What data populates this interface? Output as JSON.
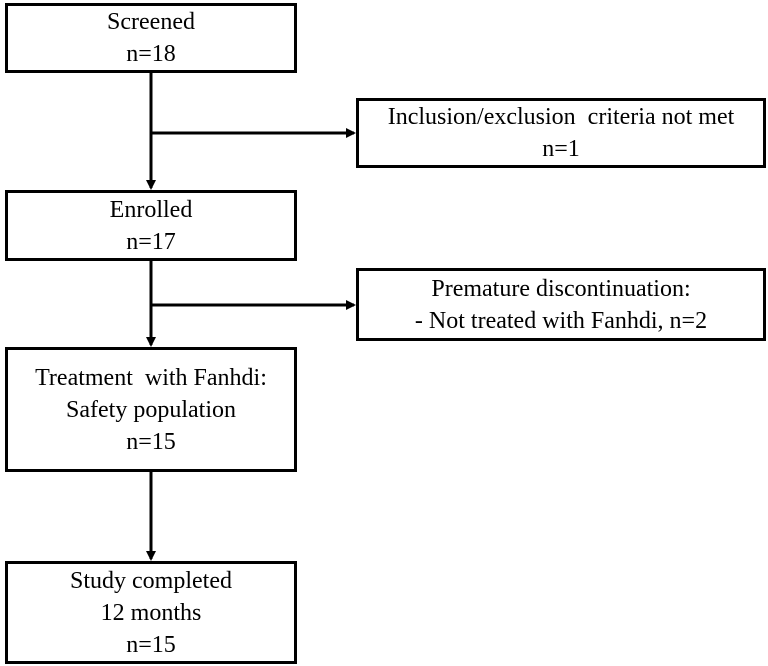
{
  "colors": {
    "stroke": "#000000",
    "background": "#ffffff"
  },
  "boxes": {
    "screened": {
      "lines": [
        "Screened",
        "n=18"
      ]
    },
    "excluded": {
      "lines": [
        "Inclusion/exclusion  criteria not met",
        "n=1"
      ]
    },
    "enrolled": {
      "lines": [
        "Enrolled",
        "n=17"
      ]
    },
    "discontinued": {
      "lines": [
        "Premature discontinuation:",
        "- Not treated with Fanhdi, n=2"
      ]
    },
    "treatment": {
      "lines": [
        "Treatment  with Fanhdi:",
        "Safety population",
        "n=15"
      ]
    },
    "completed": {
      "lines": [
        "Study completed",
        "12 months",
        "n=15"
      ]
    }
  }
}
